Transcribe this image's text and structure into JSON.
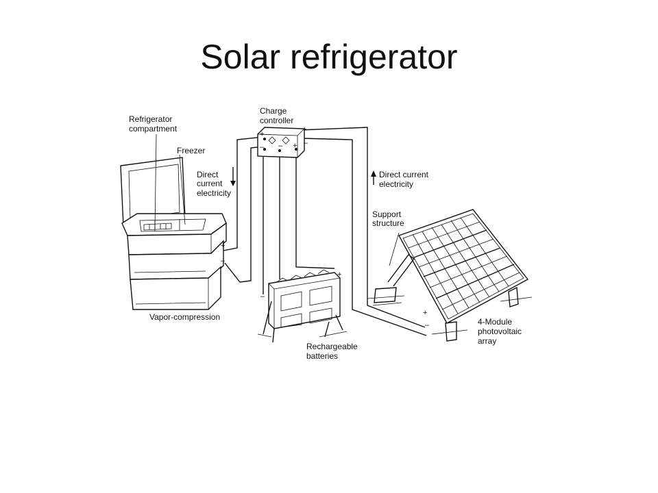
{
  "title": "Solar refrigerator",
  "labels": {
    "charge_controller_1": "Charge",
    "charge_controller_2": "controller",
    "refrigerator_compartment_1": "Refrigerator",
    "refrigerator_compartment_2": "compartment",
    "freezer": "Freezer",
    "direct_current_left_1": "Direct",
    "direct_current_left_2": "current",
    "direct_current_left_3": "electricity",
    "direct_current_right_1": "Direct current",
    "direct_current_right_2": "electricity",
    "support_structure_1": "Support",
    "support_structure_2": "structure",
    "vapor_compression": "Vapor-compression",
    "rechargeable_batteries_1": "Rechargeable",
    "rechargeable_batteries_2": "batteries",
    "pv_array_1": "4-Module",
    "pv_array_2": "photovoltaic",
    "pv_array_3": "array"
  },
  "signs": {
    "plus": "+",
    "minus": "–"
  }
}
